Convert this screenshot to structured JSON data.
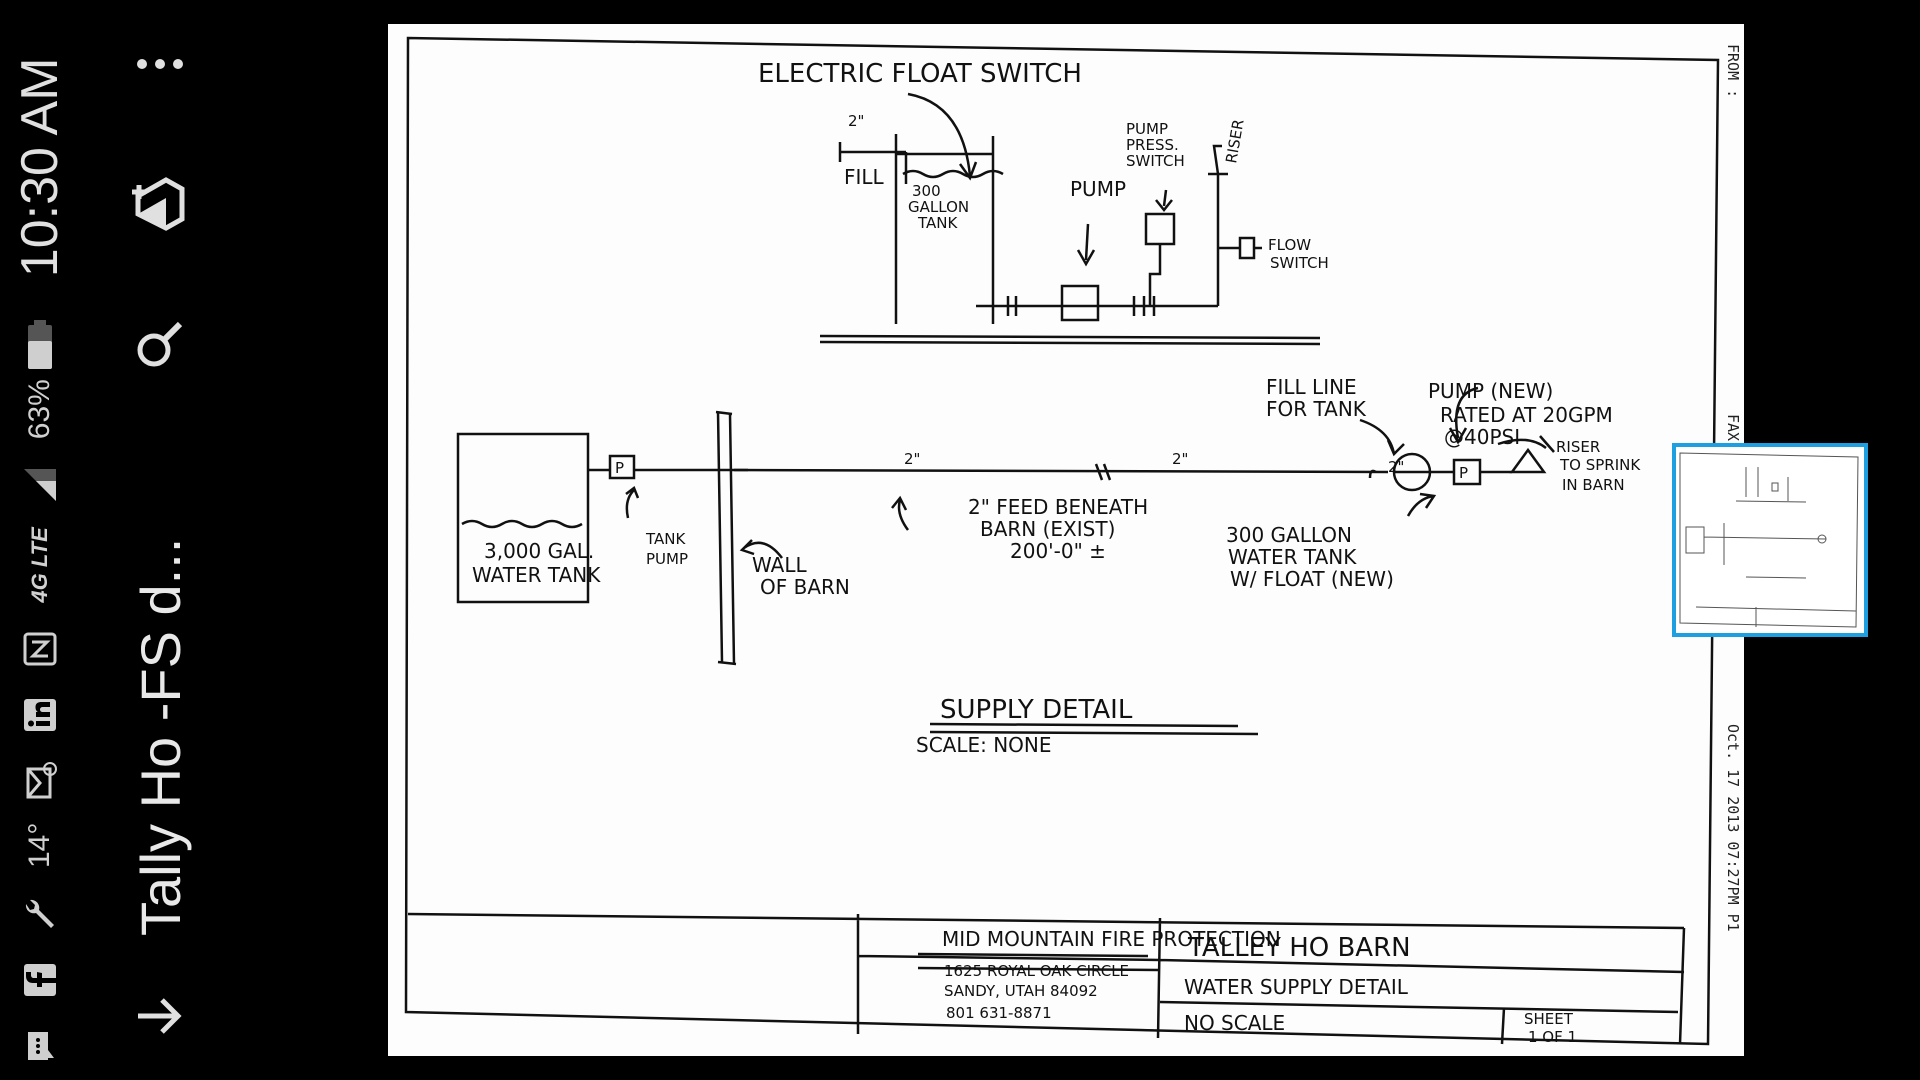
{
  "status_bar": {
    "time": "10:30 AM",
    "battery_percent": "63%",
    "network": "4G LTE",
    "temperature": "14°",
    "icons": [
      "wrench-icon",
      "mail-icon",
      "linkedin-icon",
      "nfc-icon",
      "signal-icon",
      "battery-icon",
      "facebook-icon",
      "message-icon"
    ]
  },
  "toolbar": {
    "title": "Tally Ho -FS d...",
    "back_icon": "arrow-down-icon",
    "search_icon": "search-icon",
    "drive_add_icon": "drive-add-icon",
    "overflow_icon": "more-vert-icon"
  },
  "drawing": {
    "float_switch_label": "ELECTRIC FLOAT SWITCH",
    "pipe_size": "2\"",
    "fill_label": "FILL",
    "small_tank_label": [
      "300",
      "GALLON",
      "TANK"
    ],
    "pump_label": "PUMP",
    "pump_switch_label": [
      "PUMP",
      "PRESS.",
      "SWITCH"
    ],
    "riser_top_label": "RISER",
    "flow_switch_label": [
      "FLOW",
      "SWITCH"
    ],
    "fill_line_label": [
      "FILL LINE",
      "FOR TANK"
    ],
    "new_pump_label": [
      "PUMP (NEW)",
      "RATED AT 20GPM",
      "@40PSI"
    ],
    "riser_label": [
      "RISER",
      "TO SPRINK",
      "IN BARN"
    ],
    "main_tank_label": [
      "3,000 GAL.",
      "WATER TANK"
    ],
    "tank_pump_label": [
      "TANK",
      "PUMP"
    ],
    "wall_label": [
      "WALL",
      "OF BARN"
    ],
    "feed_label": [
      "2\" FEED BENEATH",
      "BARN (EXIST)",
      "200'-0\" ±"
    ],
    "gallon_tank_label": [
      "300 GALLON",
      "WATER TANK",
      "W/ FLOAT (NEW)"
    ],
    "detail_title": "SUPPLY DETAIL",
    "detail_scale": "SCALE: NONE",
    "title_block": {
      "company": "MID MOUNTAIN FIRE PROTECTION",
      "address_1": "1625 ROYAL OAK CIRCLE",
      "address_2": "SANDY, UTAH 84092",
      "phone": "801 631-8871",
      "project": "TALLEY HO BARN",
      "drawing_title": "WATER SUPPLY DETAIL",
      "scale": "NO SCALE",
      "sheet": [
        "SHEET",
        "1 OF 1"
      ]
    },
    "fax_header": [
      "FROM :",
      "FAX",
      "Oct. 17 2013 07:27PM  P1"
    ],
    "pump_box_letter": "P"
  }
}
